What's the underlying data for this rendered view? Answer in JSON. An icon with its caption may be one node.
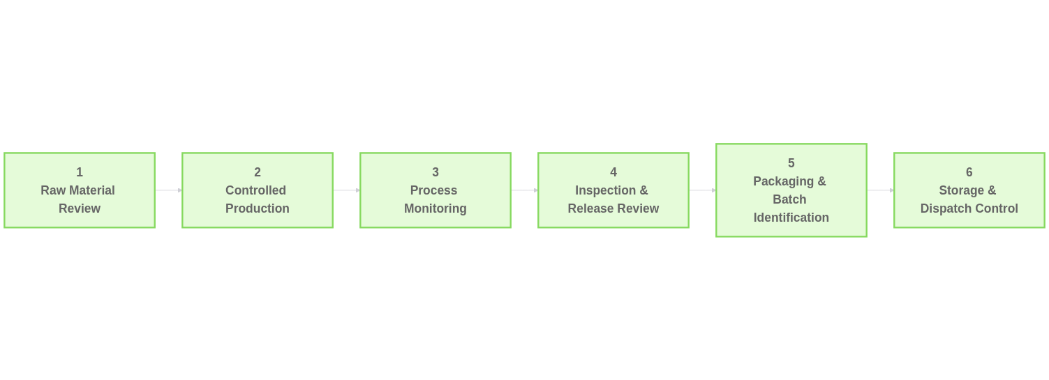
{
  "diagram": {
    "nodes": [
      {
        "text": [
          "1",
          "Raw Material Review"
        ]
      },
      {
        "text": [
          "2",
          "Controlled Production"
        ]
      },
      {
        "text": [
          "3",
          "Process Monitoring"
        ]
      },
      {
        "text": [
          "4",
          "Inspection & Release Review"
        ]
      },
      {
        "text": [
          "5",
          "Packaging & Batch Identification"
        ]
      },
      {
        "text": [
          "6",
          "Storage & Dispatch Control"
        ]
      }
    ],
    "edges": [
      {
        "from": 0,
        "to": 1,
        "arrow": "to"
      },
      {
        "from": 1,
        "to": 2,
        "arrow": "to"
      },
      {
        "from": 2,
        "to": 3,
        "arrow": "to"
      },
      {
        "from": 3,
        "to": 4,
        "arrow": "to"
      },
      {
        "from": 4,
        "to": 5,
        "arrow": "to"
      }
    ]
  }
}
